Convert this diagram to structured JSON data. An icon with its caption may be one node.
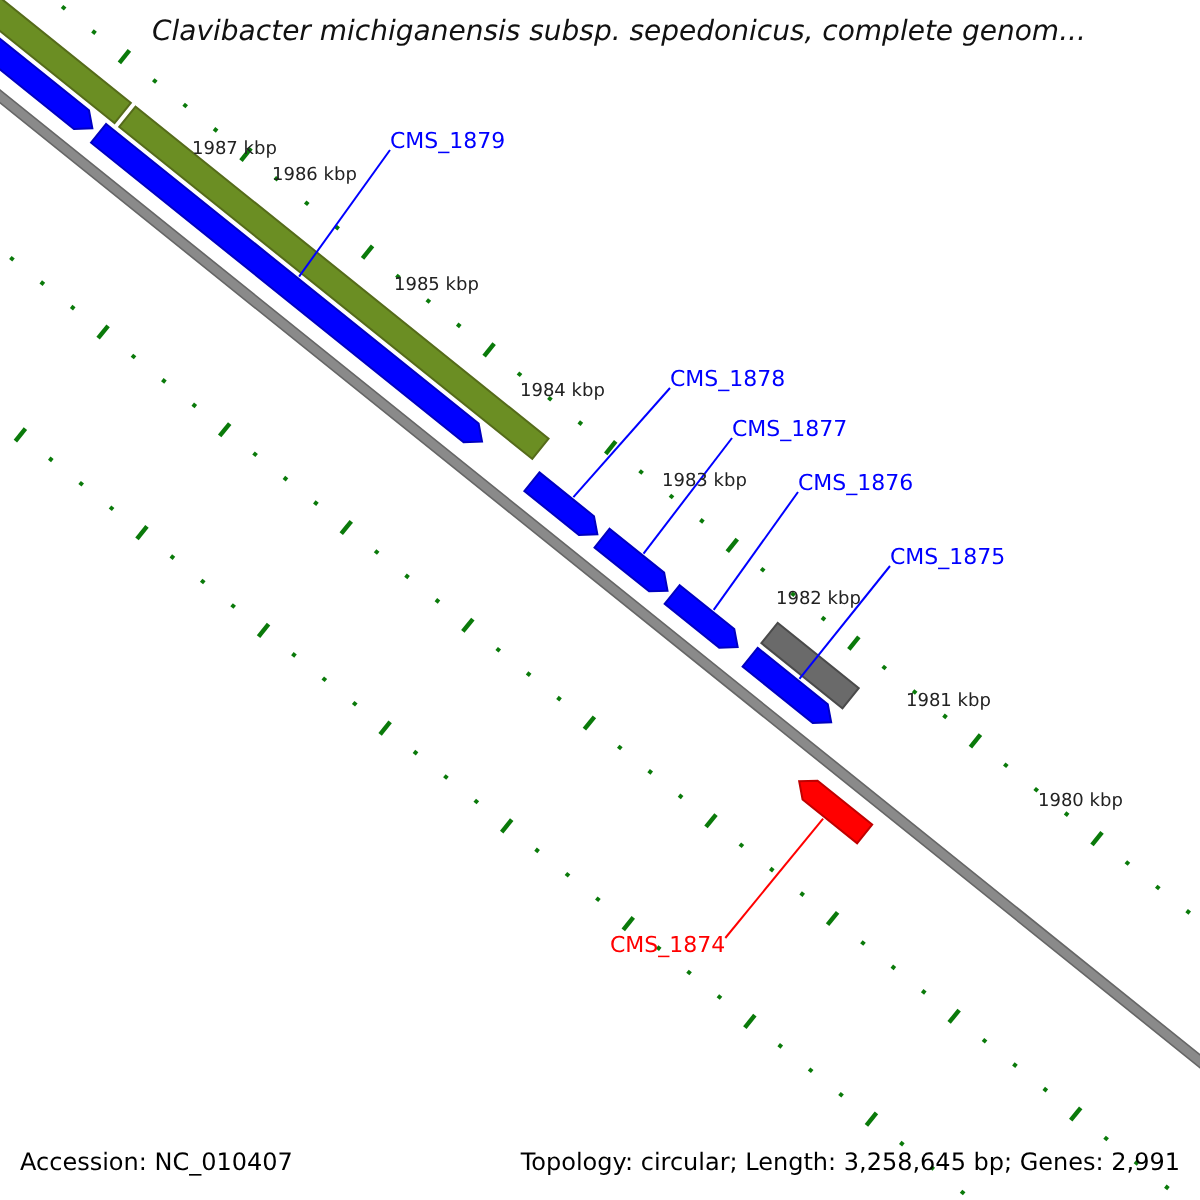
{
  "diagram": {
    "title": "Clavibacter michiganensis subsp. sepedonicus, complete genom...",
    "nodes": [
      {
        "text": [
          "CMS_1879"
        ]
      },
      {
        "text": [
          "CMS_1878"
        ]
      },
      {
        "text": [
          "CMS_1877"
        ]
      },
      {
        "text": [
          "CMS_1876"
        ]
      },
      {
        "text": [
          "CMS_1875"
        ]
      },
      {
        "text": [
          "CMS_1874"
        ]
      },
      {
        "text": [],
        "shape": "arrow"
      },
      {
        "text": [],
        "shape": "arrow"
      },
      {
        "text": [],
        "shape": "arrow"
      },
      {
        "text": [],
        "shape": "arrow"
      },
      {
        "text": [],
        "shape": "arrow"
      },
      {
        "text": [],
        "shape": "arrow"
      }
    ],
    "edges": [
      {
        "from": 0,
        "to": 6,
        "arrow": "none"
      },
      {
        "from": 1,
        "to": 7,
        "arrow": "none"
      },
      {
        "from": 2,
        "to": 8,
        "arrow": "none"
      },
      {
        "from": 3,
        "to": 9,
        "arrow": "none"
      },
      {
        "from": 4,
        "to": 10,
        "arrow": "none"
      },
      {
        "from": 5,
        "to": 11,
        "arrow": "none",
        "color": "#ff0000"
      }
    ],
    "labels": [
      "1987 kbp",
      "1986 kbp",
      "1985 kbp",
      "1984 kbp",
      "1983 kbp",
      "1982 kbp",
      "1981 kbp",
      "1980 kbp",
      "Accession: NC_010407",
      "Topology: circular; Length: 3,258,645 bp; Genes: 2,991"
    ]
  }
}
